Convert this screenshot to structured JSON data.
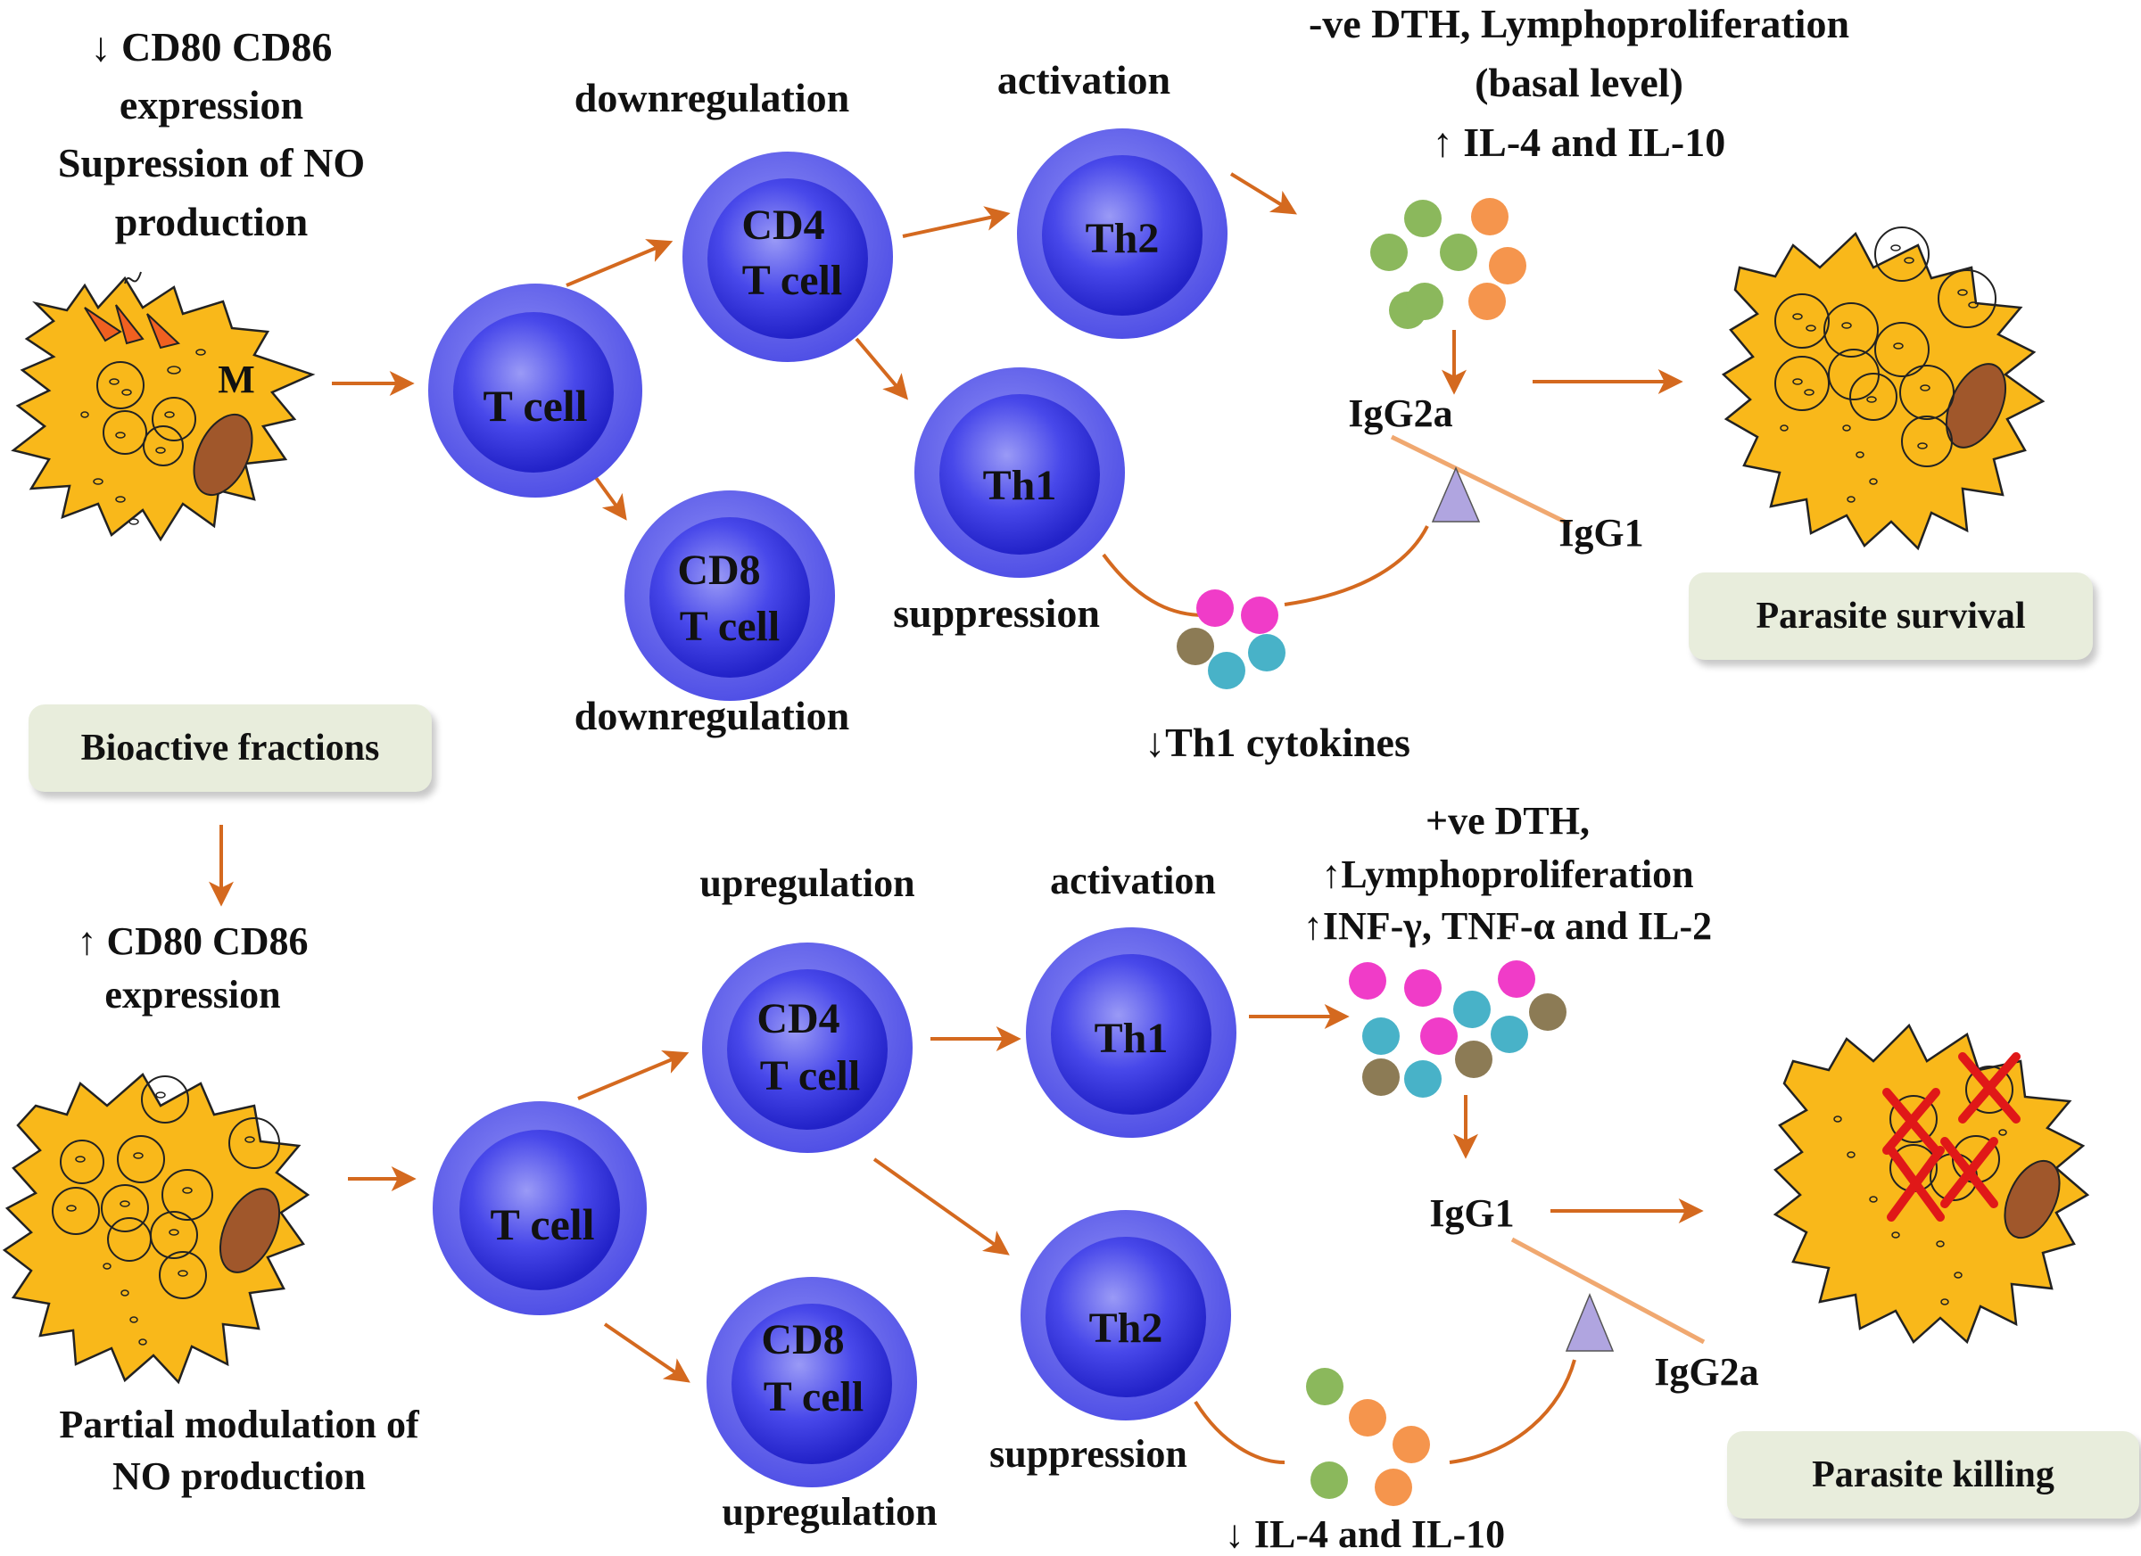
{
  "colors": {
    "arrow": "#d4691f",
    "cell_outer": "#6d6df0",
    "cell_inner": "#2a2ae0",
    "macrophage": "#f9b81a",
    "nucleus": "#a0572b",
    "box_bg": "#e8eddc",
    "cross": "#e01818",
    "green_dot": "#8bb85c",
    "orange_dot": "#f5954d",
    "magenta_dot": "#f03cc8",
    "teal_dot": "#48b2c8",
    "olive_dot": "#8c7b55",
    "pivot": "#b0a5e0"
  },
  "top": {
    "title_lines": [
      "↓ CD80 CD86",
      "expression",
      "Supression of NO",
      "production"
    ],
    "macrophage_label": "M",
    "tcell": "T cell",
    "cd4": [
      "CD4",
      "T cell"
    ],
    "cd8": [
      "CD8",
      "T cell"
    ],
    "cd4_note": "downregulation",
    "cd8_note": "downregulation",
    "th2": "Th2",
    "th1": "Th1",
    "activation": "activation",
    "suppression": "suppression",
    "effect_lines": [
      "-ve DTH, Lymphoproliferation",
      "(basal level)",
      "↑ IL-4 and IL-10"
    ],
    "igg_high": "IgG2a",
    "igg_low": "IgG1",
    "cytokines": "↓Th1 cytokines",
    "outcome": "Parasite survival"
  },
  "bridge": {
    "label": "Bioactive fractions"
  },
  "bottom": {
    "title_lines": [
      "↑ CD80 CD86",
      "expression"
    ],
    "footer_lines": [
      "Partial modulation of",
      "NO production"
    ],
    "tcell": "T cell",
    "cd4": [
      "CD4",
      "T cell"
    ],
    "cd8": [
      "CD8",
      "T cell"
    ],
    "cd4_note": "upregulation",
    "cd8_note": "upregulation",
    "th1": "Th1",
    "th2": "Th2",
    "activation": "activation",
    "suppression": "suppression",
    "effect_lines": [
      "+ve DTH,",
      "↑Lymphoproliferation",
      "↑INF-γ, TNF-α  and IL-2"
    ],
    "igg_high": "IgG1",
    "igg_low": "IgG2a",
    "cytokines": "↓ IL-4 and IL-10",
    "outcome": "Parasite killing"
  }
}
